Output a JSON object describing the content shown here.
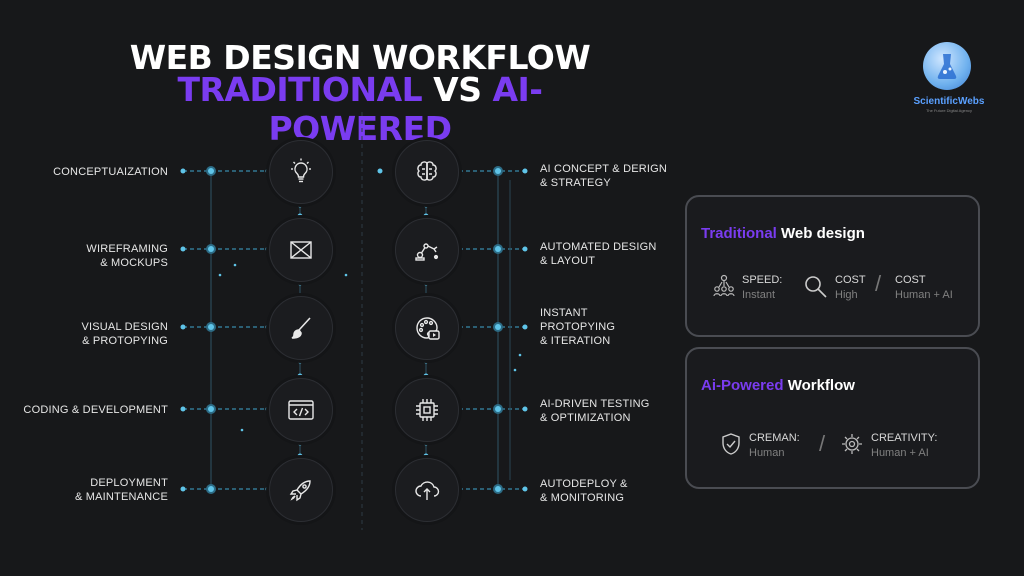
{
  "title": {
    "line1": "WEB DESIGN WORKFLOW",
    "line2_a": "TRADITIONAL",
    "line2_b": "VS",
    "line2_c": "AI-POWERED"
  },
  "logo": {
    "name": "ScientificWebs",
    "tagline": "The Future Digital Agency"
  },
  "traditional_steps": [
    {
      "label": "CONCEPTUAIZATION",
      "icon": "lightbulb-icon"
    },
    {
      "label": "WIREFRAMING\n& MOCKUPS",
      "icon": "wireframe-icon"
    },
    {
      "label": "VISUAL DESIGN\n& PROTOPYING",
      "icon": "paintbrush-icon"
    },
    {
      "label": "CODING & DEVELOPMENT",
      "icon": "code-icon"
    },
    {
      "label": "DEPLOYMENT\n& MAINTENANCE",
      "icon": "rocket-icon"
    }
  ],
  "ai_steps": [
    {
      "label": "AI CONCEPT & DERIGN\n& STRATEGY",
      "icon": "brain-icon"
    },
    {
      "label": "AUTOMATED DESIGN\n& LAYOUT",
      "icon": "robot-arm-icon"
    },
    {
      "label": "INSTANT\nPROTOPYING\n& ITERATION",
      "icon": "palette-play-icon"
    },
    {
      "label": "AI-DRIVEN TESTING\n& OPTIMIZATION",
      "icon": "chip-icon"
    },
    {
      "label": "AUTODEPLOY &\n& MONITORING",
      "icon": "cloud-upload-icon"
    }
  ],
  "card_traditional": {
    "title_a": "Traditional",
    "title_b": "Web design",
    "metrics": [
      {
        "top": "SPEED:",
        "bottom": "Instant",
        "icon": "team-icon"
      },
      {
        "top": "COST",
        "bottom": "High",
        "icon": "magnifier-icon"
      },
      {
        "top": "COST",
        "bottom": "Human + AI",
        "icon": "slash-icon"
      }
    ]
  },
  "card_ai": {
    "title_a": "Ai-Powered",
    "title_b": "Workflow",
    "metrics": [
      {
        "top": "CREMAN:",
        "bottom": "Human",
        "icon": "shield-check-icon"
      },
      {
        "top": "CREATIVITY:",
        "bottom": "Human + AI",
        "icon": "gear-brain-icon"
      }
    ]
  },
  "colors": {
    "accent": "#7a3cf0",
    "node": "#5fc4e8",
    "background": "#17181a"
  }
}
